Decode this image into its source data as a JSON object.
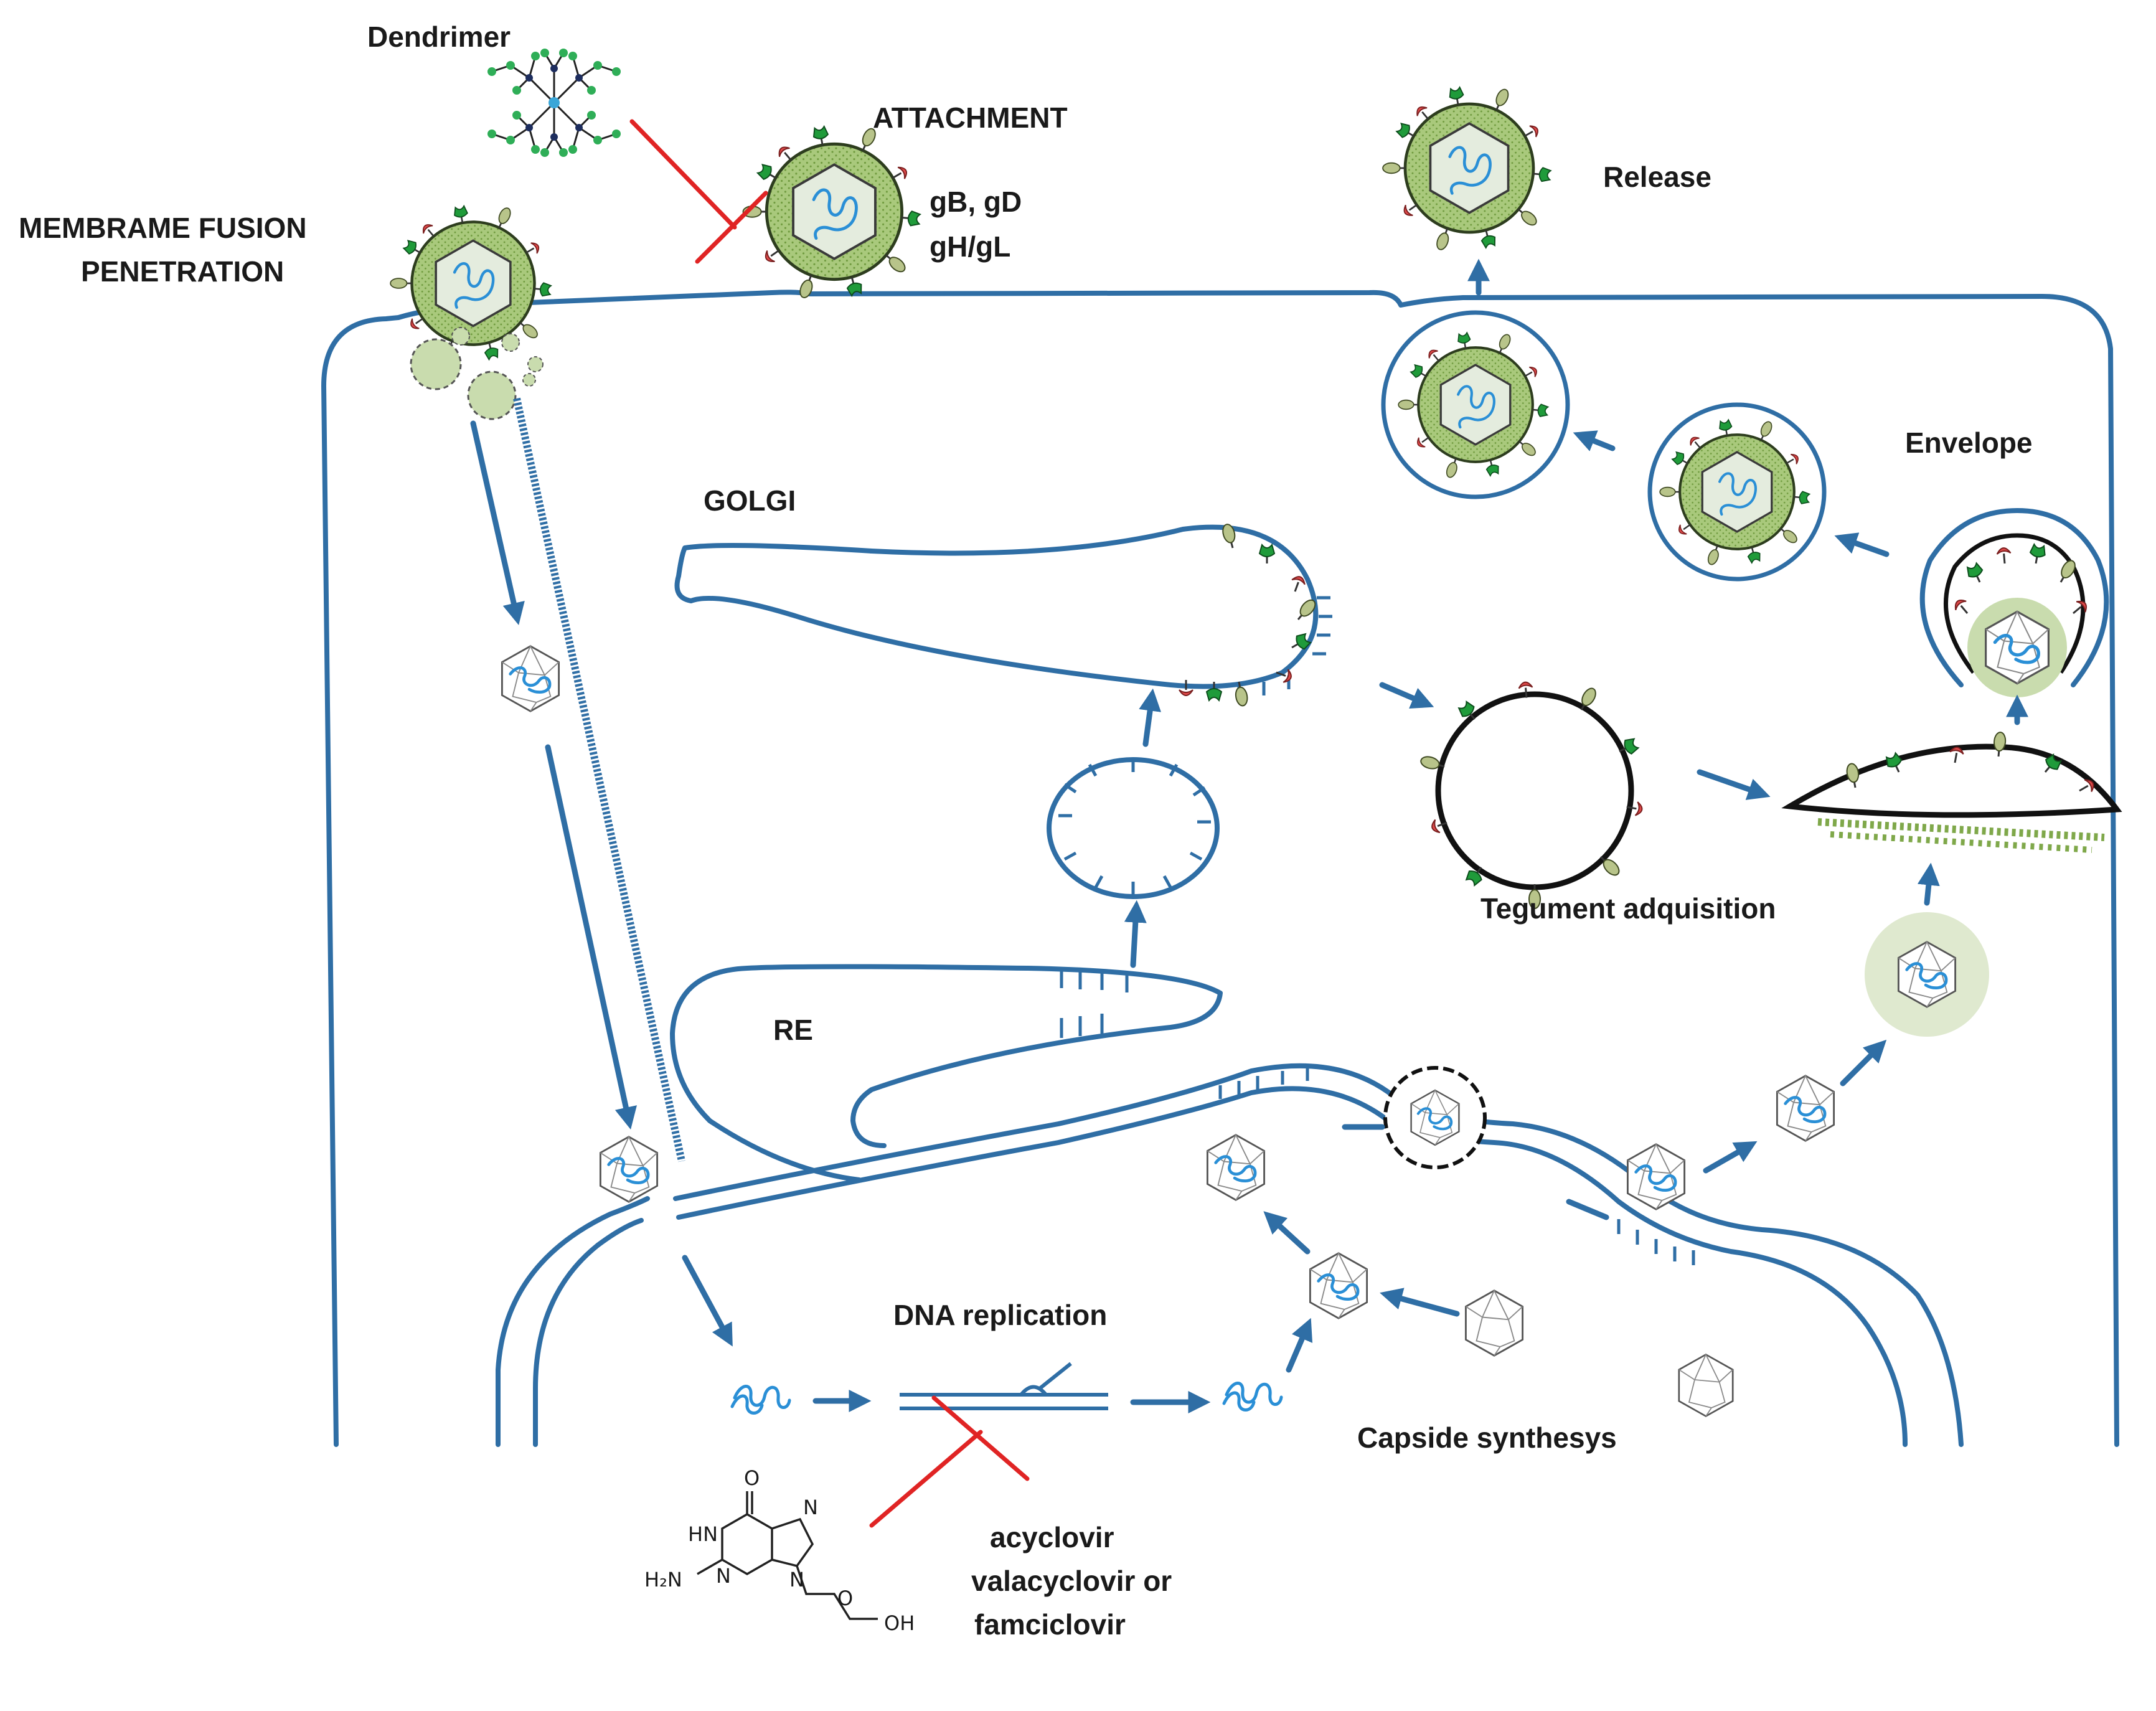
{
  "labels": {
    "dendrimer": "Dendrimer",
    "attachment": "ATTACHMENT",
    "glycoproteins_1": "gB, gD",
    "glycoproteins_2": "gH/gL",
    "fusion_1": "MEMBRAME FUSION",
    "fusion_2": "PENETRATION",
    "release": "Release",
    "envelope": "Envelope",
    "golgi": "GOLGI",
    "re": "RE",
    "tegument": "Tegument adquisition",
    "dna_replication": "DNA replication",
    "capside": "Capside synthesys",
    "drug_1": "acyclovir",
    "drug_2": "valacyclovir or",
    "drug_3": "famciclovir"
  },
  "molecule": {
    "o": "O",
    "hn": "HN",
    "h2n": "H₂N",
    "n1": "N",
    "n2": "N",
    "n3": "N",
    "o2": "O",
    "oh": "OH"
  },
  "colors": {
    "membrane": "#2f6ea5",
    "inhibition": "#e02424",
    "envelope_green": "#9bbd6b",
    "dna_blue": "#2a8fd6",
    "glycoprotein_red": "#e04a4a",
    "glycoprotein_green": "#1f9b3a"
  }
}
